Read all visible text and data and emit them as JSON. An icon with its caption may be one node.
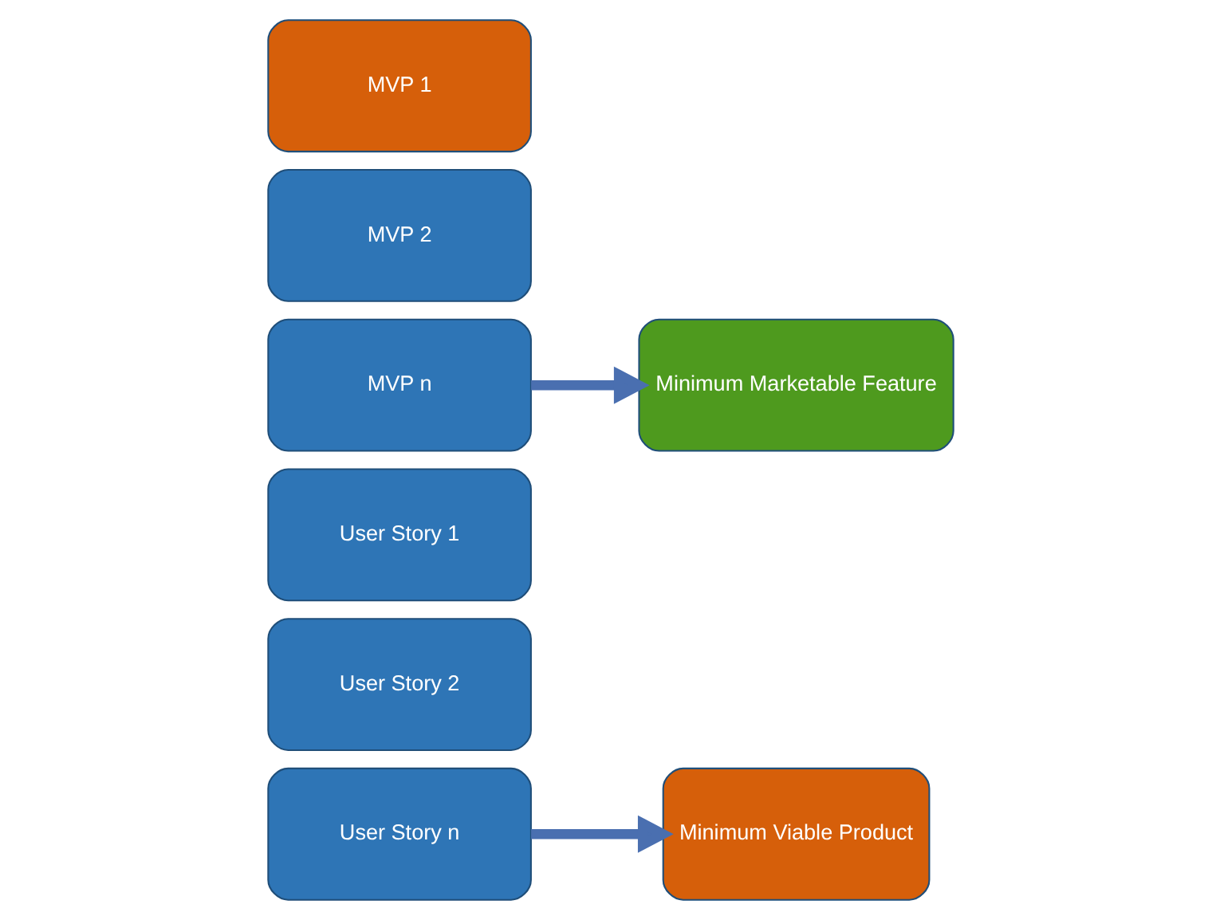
{
  "diagram": {
    "nodes": [
      {
        "text": [
          "User Story 1"
        ]
      },
      {
        "text": [
          "User Story 2"
        ]
      },
      {
        "text": [
          "User Story n"
        ]
      },
      {
        "text": [
          "Minimum Viable Product"
        ]
      },
      {
        "text": [
          "MVP 1"
        ]
      },
      {
        "text": [
          "MVP 2"
        ]
      },
      {
        "text": [
          "MVP n"
        ]
      },
      {
        "text": [
          "Minimum Marketable Feature"
        ]
      }
    ],
    "edges": [
      {
        "from": 2,
        "to": 3,
        "arrow": "to"
      },
      {
        "from": 6,
        "to": 7,
        "arrow": "to"
      }
    ]
  }
}
